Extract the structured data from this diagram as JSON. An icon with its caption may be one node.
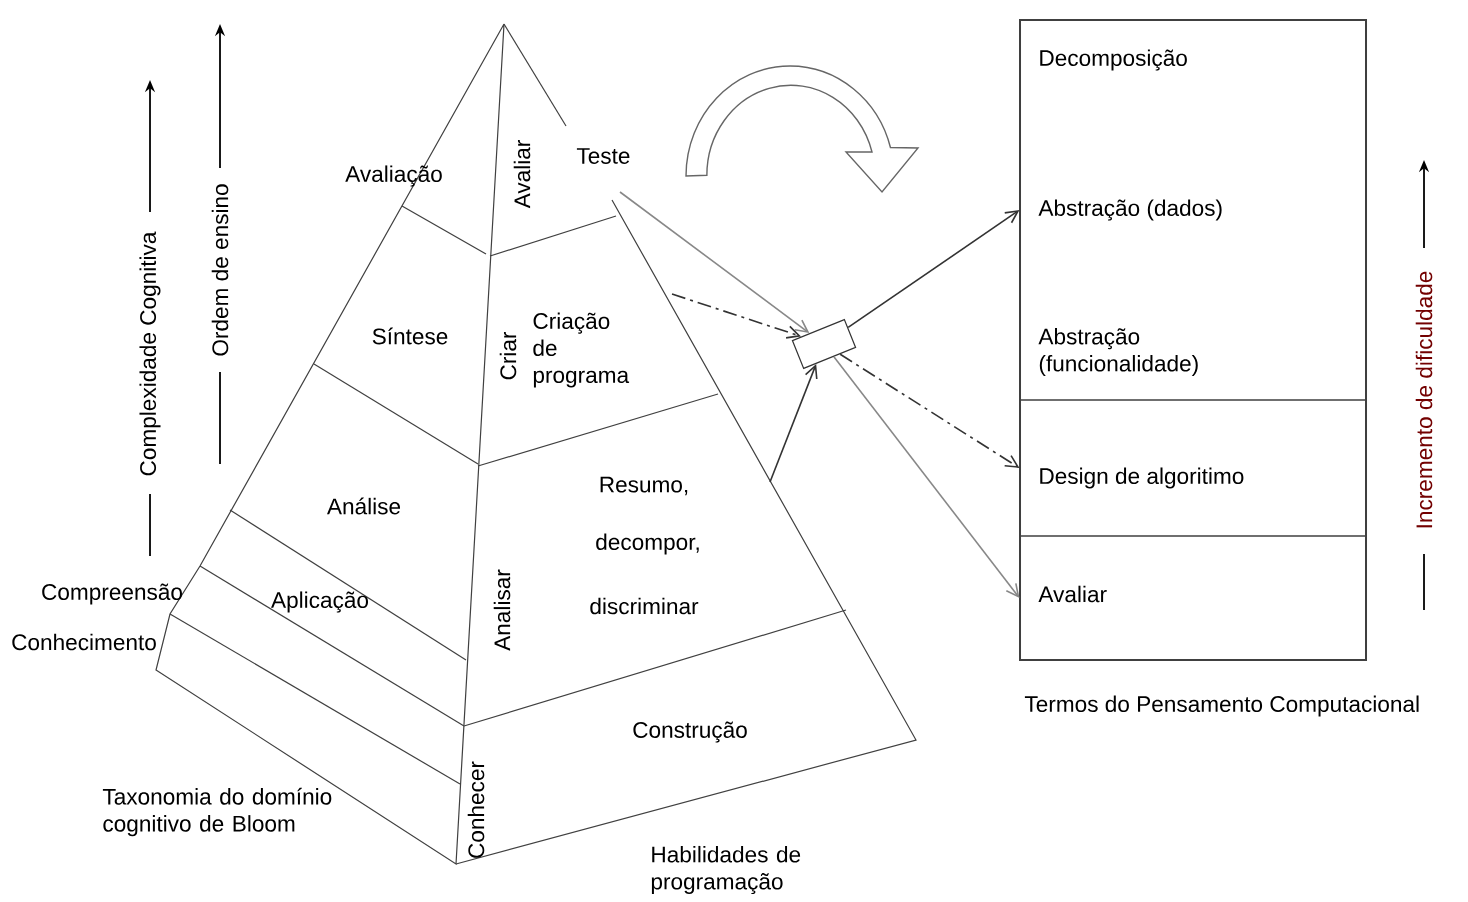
{
  "diagram": {
    "nodes": [
      {
        "text": [],
        "shape": "box",
        "beside": [
          "Termos do Pensamento Computacional"
        ]
      },
      {
        "text": [
          "Decomposição",
          "Abstração (dados)",
          "Abstração (funcionalidade)"
        ],
        "in": 0
      },
      {
        "text": [
          "Design de algoritimo"
        ],
        "in": 0
      },
      {
        "text": [
          "Avaliar"
        ],
        "in": 0
      },
      {
        "text": [],
        "shape": "box"
      }
    ],
    "edges": [
      {
        "from": null,
        "to": 4,
        "arrow": "to",
        "color": "#888888"
      },
      {
        "from": null,
        "to": 4,
        "arrow": "to",
        "style": "dashed"
      },
      {
        "from": null,
        "to": 4,
        "arrow": "to"
      },
      {
        "from": 4,
        "to": 1,
        "arrow": "to"
      },
      {
        "from": 4,
        "to": 2,
        "arrow": "to",
        "style": "dashed"
      },
      {
        "from": 4,
        "to": 3,
        "arrow": "to",
        "color": "#888888"
      }
    ],
    "labels": [
      "Complexidade Cognitiva",
      "Ordem de ensino",
      "Avaliação",
      "Avaliar",
      "Teste",
      "Síntese",
      "Criar",
      "Criação de programa",
      "Análise",
      "Resumo,",
      "decompor,",
      "Compreensão",
      "Aplicação",
      "Analisar",
      "discriminar",
      "Conhecimento",
      "Construção",
      "Conhecer",
      "Taxonomia do domínio cognitivo de Bloom",
      "Habilidades de programação",
      "Incremento de dificuldade"
    ]
  }
}
